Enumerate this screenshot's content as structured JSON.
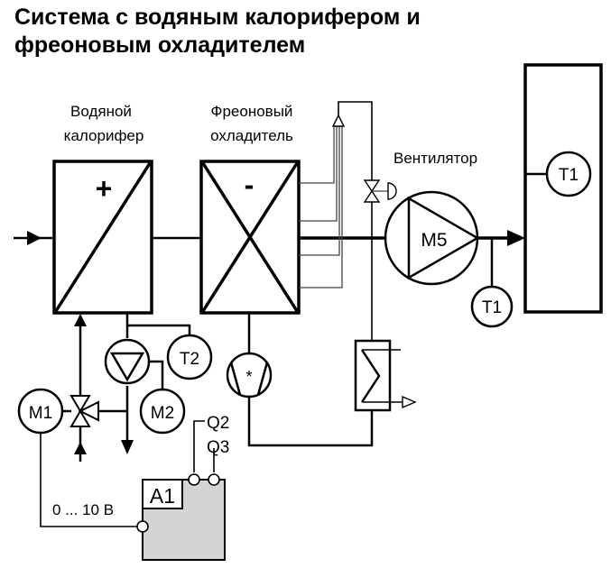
{
  "title": {
    "line1": "Система с водяным калорифером и",
    "line2": "фреоновым охладителем"
  },
  "components": {
    "water_heater": {
      "label_line1": "Водяной",
      "label_line2": "калорифер",
      "sign": "+"
    },
    "freon_cooler": {
      "label_line1": "Фреоновый",
      "label_line2": "охладитель",
      "sign": "-"
    },
    "fan": {
      "label": "Вентилятор",
      "motor": "M5"
    },
    "room_sensor": "T1",
    "supply_sensor": "T1",
    "return_water_sensor": "T2",
    "pump_motor": "M2",
    "valve_actuator": "M1",
    "compressor_mark": "*",
    "controller": "A1",
    "outputs": [
      "Q2",
      "Q3"
    ],
    "analog_signal": "0 ... 10 В"
  },
  "colors": {
    "line": "#000000",
    "controller_fill": "#d4d4d4",
    "background": "#ffffff"
  }
}
